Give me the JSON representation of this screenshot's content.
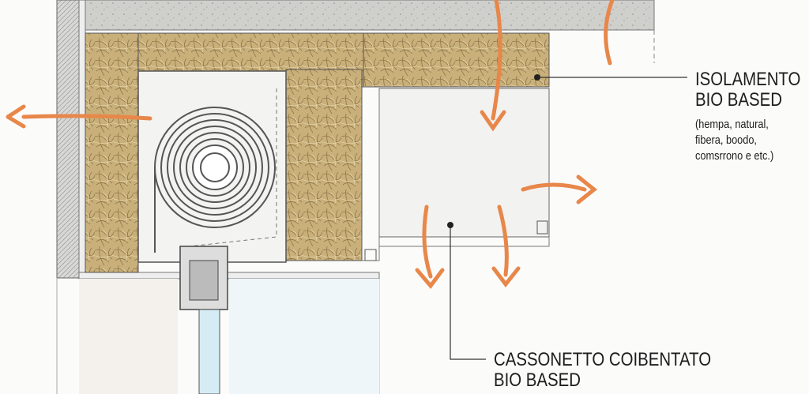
{
  "labels": {
    "insulation": {
      "title_line1": "ISOLAMENTO",
      "title_line2": "BIO BASED",
      "detail_line1": "(hempa, natural,",
      "detail_line2": "fibera, boodo,",
      "detail_line3": "comsrrono e etc.)"
    },
    "box": {
      "title_line1": "CASSONETTO COIBENTATO",
      "title_line2": "BIO BASED"
    }
  },
  "colors": {
    "arrow": "#e8874a",
    "insulation": "#c9b07a",
    "concrete": "#cfcfcc",
    "glass": "#d6ecf5"
  }
}
